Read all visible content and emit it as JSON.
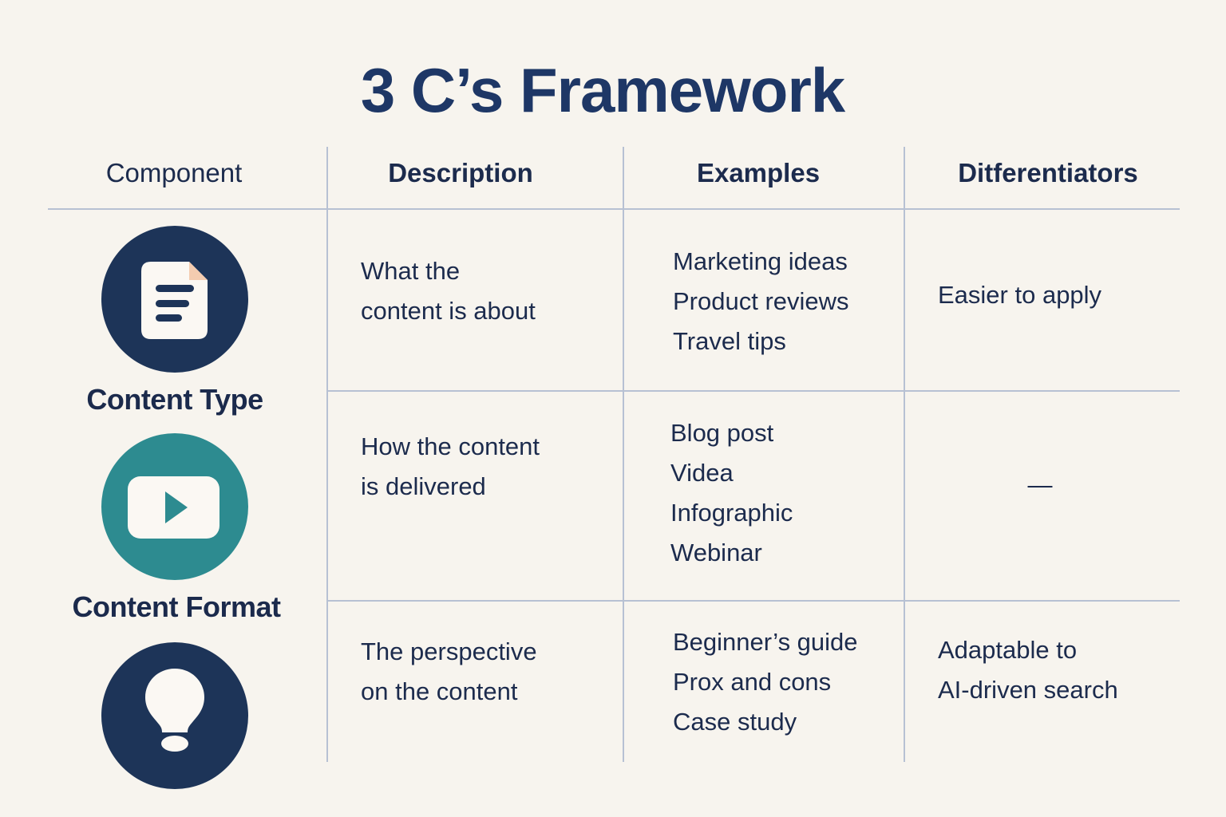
{
  "title": "3 C’s Framework",
  "table": {
    "headers": {
      "component": "Component",
      "description": "Description",
      "examples": "Examples",
      "differentiators": "Ditferentiators"
    },
    "rows": [
      {
        "component": {
          "icon": "document-icon",
          "label": "Content Type",
          "circle_color": "#1d3458"
        },
        "description": "What the\ncontent is about",
        "examples": [
          "Marketing ideas",
          "Product reviews",
          "Travel tips"
        ],
        "differentiator": "Easier to apply"
      },
      {
        "component": {
          "icon": "video-play-icon",
          "label": "Content Format",
          "circle_color": "#2d8b90"
        },
        "description": "How the content\nis delivered",
        "examples": [
          "Blog post",
          "Videa",
          "Infographic",
          "Webinar"
        ],
        "differentiator": "—"
      },
      {
        "component": {
          "icon": "lightbulb-icon",
          "label": "",
          "circle_color": "#1d3458"
        },
        "description": "The perspective\non the content",
        "examples": [
          "Beginner’s guide",
          "Prox and cons",
          "Case study"
        ],
        "differentiator": "Adaptable to\nAI-driven search"
      }
    ]
  },
  "colors": {
    "background": "#f7f4ee",
    "title_text": "#1e3766",
    "body_text": "#1c2b4d",
    "navy_icon": "#1d3458",
    "teal_icon": "#2d8b90",
    "document_fold_peach": "#f4ccb0",
    "icon_white": "#fbf8f3",
    "grid_line": "#b7c1d3"
  }
}
